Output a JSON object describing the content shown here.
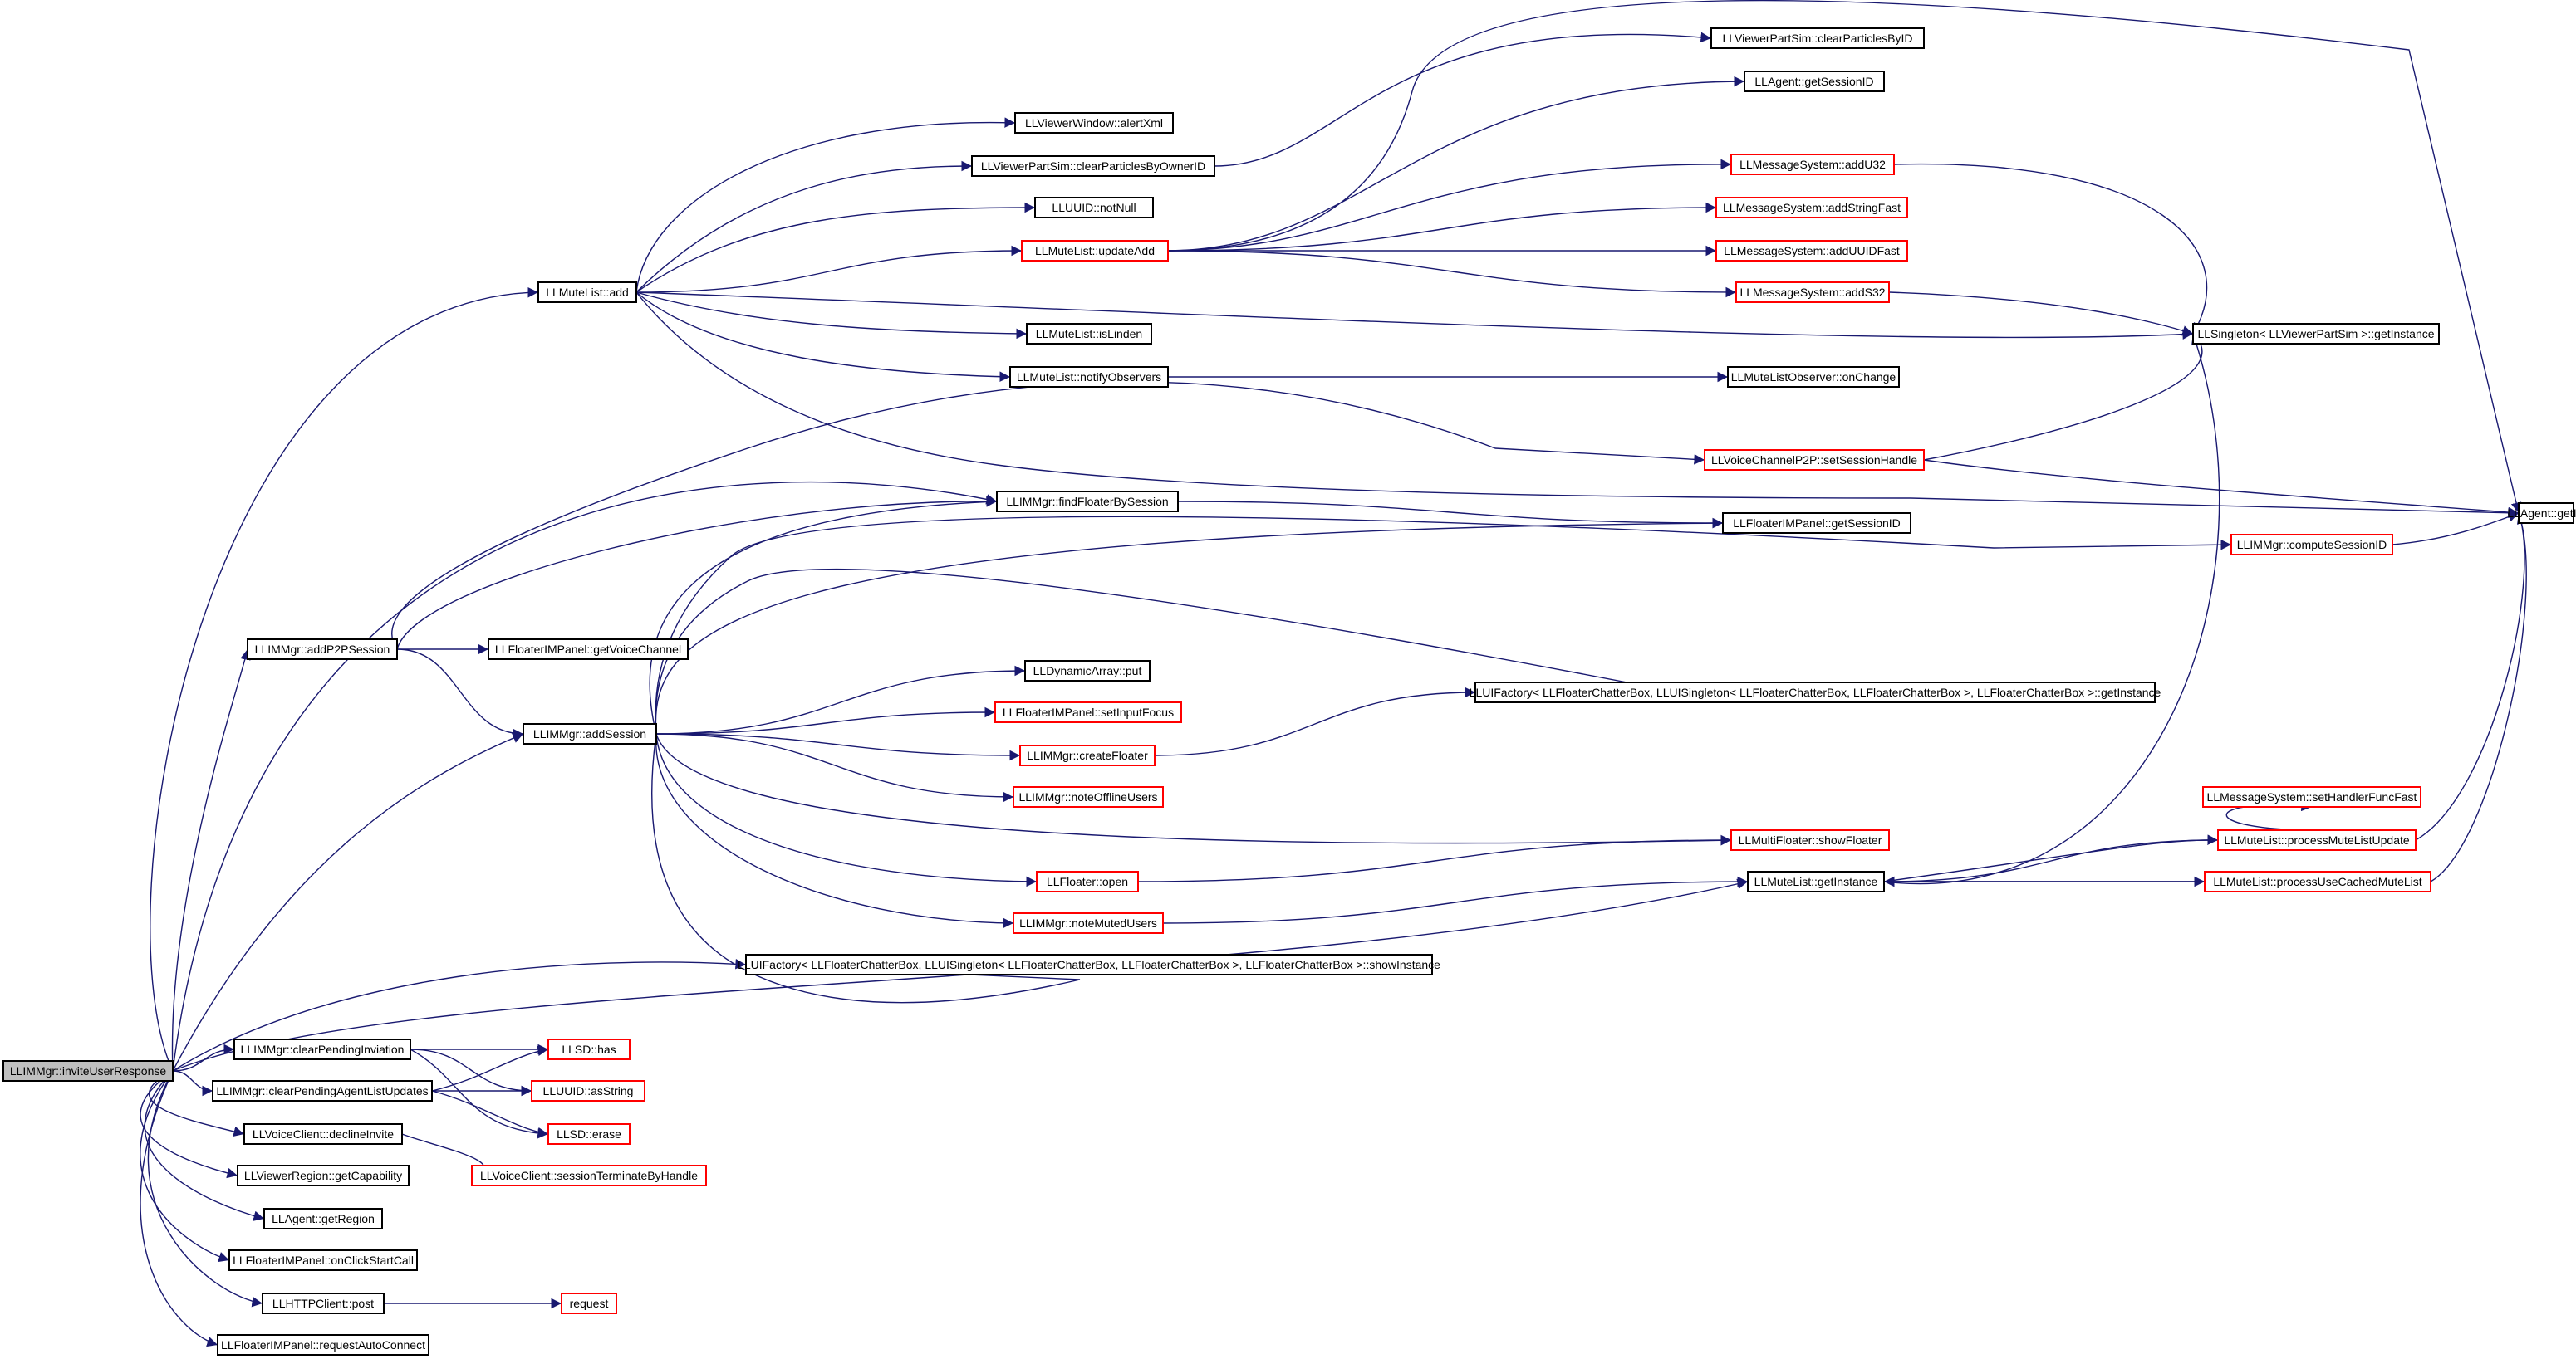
{
  "graph": {
    "colors": {
      "edge": "#191970",
      "node_border": "#000000",
      "truncated_border": "#ff0000",
      "root_fill": "#bfbfbf",
      "node_fill": "#ffffff"
    },
    "nodes": [
      {
        "id": "inviteUserResponse",
        "label": "LLIMMgr::inviteUserResponse",
        "style": "root"
      },
      {
        "id": "muteListAdd",
        "label": "LLMuteList::add",
        "style": "normal"
      },
      {
        "id": "addP2PSession",
        "label": "LLIMMgr::addP2PSession",
        "style": "normal"
      },
      {
        "id": "addSession",
        "label": "LLIMMgr::addSession",
        "style": "normal"
      },
      {
        "id": "clearPendingInviation",
        "label": "LLIMMgr::clearPendingInviation",
        "style": "normal"
      },
      {
        "id": "clearPendingAgentListUpdates",
        "label": "LLIMMgr::clearPendingAgentListUpdates",
        "style": "normal"
      },
      {
        "id": "declineInvite",
        "label": "LLVoiceClient::declineInvite",
        "style": "normal"
      },
      {
        "id": "getCapability",
        "label": "LLViewerRegion::getCapability",
        "style": "normal"
      },
      {
        "id": "getRegion",
        "label": "LLAgent::getRegion",
        "style": "normal"
      },
      {
        "id": "onClickStartCall",
        "label": "LLFloaterIMPanel::onClickStartCall",
        "style": "normal"
      },
      {
        "id": "httpPost",
        "label": "LLHTTPClient::post",
        "style": "normal"
      },
      {
        "id": "requestAutoConnect",
        "label": "LLFloaterIMPanel::requestAutoConnect",
        "style": "normal"
      },
      {
        "id": "alertXml",
        "label": "LLViewerWindow::alertXml",
        "style": "normal"
      },
      {
        "id": "clearParticlesByOwnerID",
        "label": "LLViewerPartSim::clearParticlesByOwnerID",
        "style": "normal"
      },
      {
        "id": "uuidNotNull",
        "label": "LLUUID::notNull",
        "style": "normal"
      },
      {
        "id": "updateAdd",
        "label": "LLMuteList::updateAdd",
        "style": "red"
      },
      {
        "id": "isLinden",
        "label": "LLMuteList::isLinden",
        "style": "normal"
      },
      {
        "id": "notifyObservers",
        "label": "LLMuteList::notifyObservers",
        "style": "normal"
      },
      {
        "id": "findFloaterBySession",
        "label": "LLIMMgr::findFloaterBySession",
        "style": "normal"
      },
      {
        "id": "getVoiceChannel",
        "label": "LLFloaterIMPanel::getVoiceChannel",
        "style": "normal"
      },
      {
        "id": "dynArrayPut",
        "label": "LLDynamicArray::put",
        "style": "normal"
      },
      {
        "id": "setInputFocus",
        "label": "LLFloaterIMPanel::setInputFocus",
        "style": "red"
      },
      {
        "id": "createFloater",
        "label": "LLIMMgr::createFloater",
        "style": "red"
      },
      {
        "id": "noteOfflineUsers",
        "label": "LLIMMgr::noteOfflineUsers",
        "style": "red"
      },
      {
        "id": "floaterOpen",
        "label": "LLFloater::open",
        "style": "red"
      },
      {
        "id": "noteMutedUsers",
        "label": "LLIMMgr::noteMutedUsers",
        "style": "red"
      },
      {
        "id": "showInstance",
        "label": "LLUIFactory< LLFloaterChatterBox, LLUISingleton< LLFloaterChatterBox, LLFloaterChatterBox >, LLFloaterChatterBox >::showInstance",
        "style": "normal"
      },
      {
        "id": "sdHas",
        "label": "LLSD::has",
        "style": "red"
      },
      {
        "id": "uuidAsString",
        "label": "LLUUID::asString",
        "style": "red"
      },
      {
        "id": "sdErase",
        "label": "LLSD::erase",
        "style": "red"
      },
      {
        "id": "sessionTerminateByHandle",
        "label": "LLVoiceClient::sessionTerminateByHandle",
        "style": "red"
      },
      {
        "id": "request",
        "label": "request",
        "style": "red"
      },
      {
        "id": "clearParticlesByID",
        "label": "LLViewerPartSim::clearParticlesByID",
        "style": "normal"
      },
      {
        "id": "getSessionIDAgent",
        "label": "LLAgent::getSessionID",
        "style": "normal"
      },
      {
        "id": "addU32",
        "label": "LLMessageSystem::addU32",
        "style": "red"
      },
      {
        "id": "addStringFast",
        "label": "LLMessageSystem::addStringFast",
        "style": "red"
      },
      {
        "id": "addUUIDFast",
        "label": "LLMessageSystem::addUUIDFast",
        "style": "red"
      },
      {
        "id": "addS32",
        "label": "LLMessageSystem::addS32",
        "style": "red"
      },
      {
        "id": "onChange",
        "label": "LLMuteListObserver::onChange",
        "style": "normal"
      },
      {
        "id": "setSessionHandle",
        "label": "LLVoiceChannelP2P::setSessionHandle",
        "style": "red"
      },
      {
        "id": "panelGetSessionID",
        "label": "LLFloaterIMPanel::getSessionID",
        "style": "normal"
      },
      {
        "id": "computeSessionID",
        "label": "LLIMMgr::computeSessionID",
        "style": "red"
      },
      {
        "id": "uiFactoryGetInstance",
        "label": "LLUIFactory< LLFloaterChatterBox, LLUISingleton< LLFloaterChatterBox, LLFloaterChatterBox >, LLFloaterChatterBox >::getInstance",
        "style": "normal"
      },
      {
        "id": "showFloater",
        "label": "LLMultiFloater::showFloater",
        "style": "red"
      },
      {
        "id": "muteListGetInstance",
        "label": "LLMuteList::getInstance",
        "style": "normal"
      },
      {
        "id": "setHandlerFuncFast",
        "label": "LLMessageSystem::setHandlerFuncFast",
        "style": "red"
      },
      {
        "id": "processMuteListUpdate",
        "label": "LLMuteList::processMuteListUpdate",
        "style": "red"
      },
      {
        "id": "processUseCachedMuteList",
        "label": "LLMuteList::processUseCachedMuteList",
        "style": "red"
      },
      {
        "id": "singletonGetInstance",
        "label": "LLSingleton< LLViewerPartSim >::getInstance",
        "style": "normal"
      },
      {
        "id": "agentGetID",
        "label": "LLAgent::getID",
        "style": "normal"
      }
    ],
    "edges": [
      [
        "inviteUserResponse",
        "muteListAdd"
      ],
      [
        "inviteUserResponse",
        "findFloaterBySession"
      ],
      [
        "inviteUserResponse",
        "addP2PSession"
      ],
      [
        "inviteUserResponse",
        "addSession"
      ],
      [
        "inviteUserResponse",
        "showInstance"
      ],
      [
        "inviteUserResponse",
        "muteListGetInstance"
      ],
      [
        "inviteUserResponse",
        "clearPendingInviation"
      ],
      [
        "inviteUserResponse",
        "clearPendingAgentListUpdates"
      ],
      [
        "inviteUserResponse",
        "declineInvite"
      ],
      [
        "inviteUserResponse",
        "getCapability"
      ],
      [
        "inviteUserResponse",
        "getRegion"
      ],
      [
        "inviteUserResponse",
        "onClickStartCall"
      ],
      [
        "inviteUserResponse",
        "httpPost"
      ],
      [
        "inviteUserResponse",
        "requestAutoConnect"
      ],
      [
        "muteListAdd",
        "alertXml"
      ],
      [
        "muteListAdd",
        "clearParticlesByOwnerID"
      ],
      [
        "muteListAdd",
        "uuidNotNull"
      ],
      [
        "muteListAdd",
        "updateAdd"
      ],
      [
        "muteListAdd",
        "isLinden"
      ],
      [
        "muteListAdd",
        "notifyObservers"
      ],
      [
        "muteListAdd",
        "singletonGetInstance"
      ],
      [
        "muteListAdd",
        "agentGetID"
      ],
      [
        "clearParticlesByOwnerID",
        "clearParticlesByID"
      ],
      [
        "updateAdd",
        "getSessionIDAgent"
      ],
      [
        "updateAdd",
        "addU32"
      ],
      [
        "updateAdd",
        "addStringFast"
      ],
      [
        "updateAdd",
        "addUUIDFast"
      ],
      [
        "updateAdd",
        "addS32"
      ],
      [
        "updateAdd",
        "agentGetID"
      ],
      [
        "notifyObservers",
        "onChange"
      ],
      [
        "addU32",
        "singletonGetInstance"
      ],
      [
        "addS32",
        "singletonGetInstance"
      ],
      [
        "addP2PSession",
        "findFloaterBySession"
      ],
      [
        "addP2PSession",
        "getVoiceChannel"
      ],
      [
        "addP2PSession",
        "addSession"
      ],
      [
        "addP2PSession",
        "setSessionHandle"
      ],
      [
        "findFloaterBySession",
        "panelGetSessionID"
      ],
      [
        "setSessionHandle",
        "singletonGetInstance"
      ],
      [
        "setSessionHandle",
        "agentGetID"
      ],
      [
        "addSession",
        "findFloaterBySession"
      ],
      [
        "addSession",
        "panelGetSessionID"
      ],
      [
        "addSession",
        "computeSessionID"
      ],
      [
        "addSession",
        "uiFactoryGetInstance"
      ],
      [
        "addSession",
        "dynArrayPut"
      ],
      [
        "addSession",
        "setInputFocus"
      ],
      [
        "addSession",
        "createFloater"
      ],
      [
        "addSession",
        "noteOfflineUsers"
      ],
      [
        "addSession",
        "showFloater"
      ],
      [
        "addSession",
        "floaterOpen"
      ],
      [
        "addSession",
        "noteMutedUsers"
      ],
      [
        "addSession",
        "showInstance"
      ],
      [
        "computeSessionID",
        "agentGetID"
      ],
      [
        "createFloater",
        "uiFactoryGetInstance"
      ],
      [
        "floaterOpen",
        "showFloater"
      ],
      [
        "noteMutedUsers",
        "muteListGetInstance"
      ],
      [
        "muteListGetInstance",
        "processMuteListUpdate"
      ],
      [
        "muteListGetInstance",
        "processUseCachedMuteList"
      ],
      [
        "muteListGetInstance",
        "singletonGetInstance"
      ],
      [
        "processMuteListUpdate",
        "setHandlerFuncFast"
      ],
      [
        "processMuteListUpdate",
        "muteListGetInstance"
      ],
      [
        "processMuteListUpdate",
        "agentGetID"
      ],
      [
        "processUseCachedMuteList",
        "muteListGetInstance"
      ],
      [
        "processUseCachedMuteList",
        "agentGetID"
      ],
      [
        "clearPendingInviation",
        "sdHas"
      ],
      [
        "clearPendingInviation",
        "uuidAsString"
      ],
      [
        "clearPendingInviation",
        "sdErase"
      ],
      [
        "clearPendingAgentListUpdates",
        "sdHas"
      ],
      [
        "clearPendingAgentListUpdates",
        "uuidAsString"
      ],
      [
        "clearPendingAgentListUpdates",
        "sdErase"
      ],
      [
        "declineInvite",
        "sessionTerminateByHandle"
      ],
      [
        "httpPost",
        "request"
      ]
    ]
  }
}
